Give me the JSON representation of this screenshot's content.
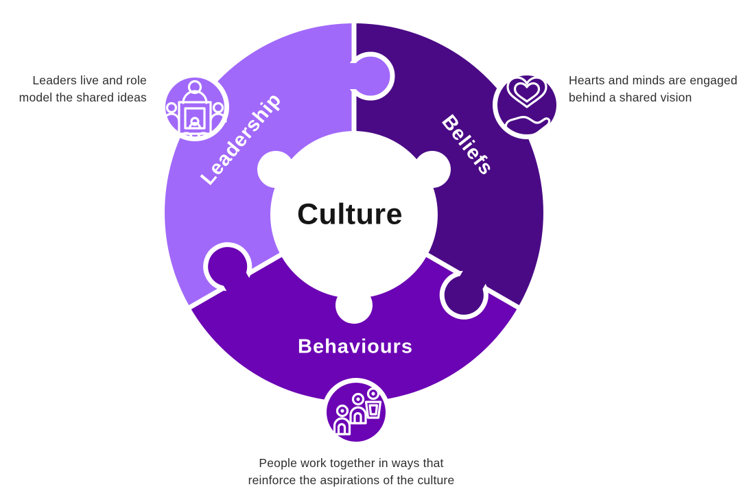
{
  "diagram": {
    "title": "Culture",
    "segments": [
      {
        "id": "leadership",
        "label": "Leadership",
        "color": "#a169fa",
        "icon": "meeting-leader-icon",
        "caption_lines": [
          "Leaders live and role",
          "model the shared ideas"
        ]
      },
      {
        "id": "beliefs",
        "label": "Beliefs",
        "color": "#4a0a85",
        "icon": "hand-holding-heart-icon",
        "caption_lines": [
          "Hearts and minds are engaged",
          "behind a shared vision"
        ]
      },
      {
        "id": "behaviours",
        "label": "Behaviours",
        "color": "#6b04b4",
        "icon": "people-group-icon",
        "caption_lines": [
          "People work together in ways that",
          "reinforce the aspirations of the culture"
        ]
      }
    ],
    "colors": {
      "center_fill": "#ffffff",
      "divider": "#ffffff",
      "label_text": "#ffffff",
      "title_text": "#161616",
      "caption_text": "#2e2e2e"
    }
  }
}
